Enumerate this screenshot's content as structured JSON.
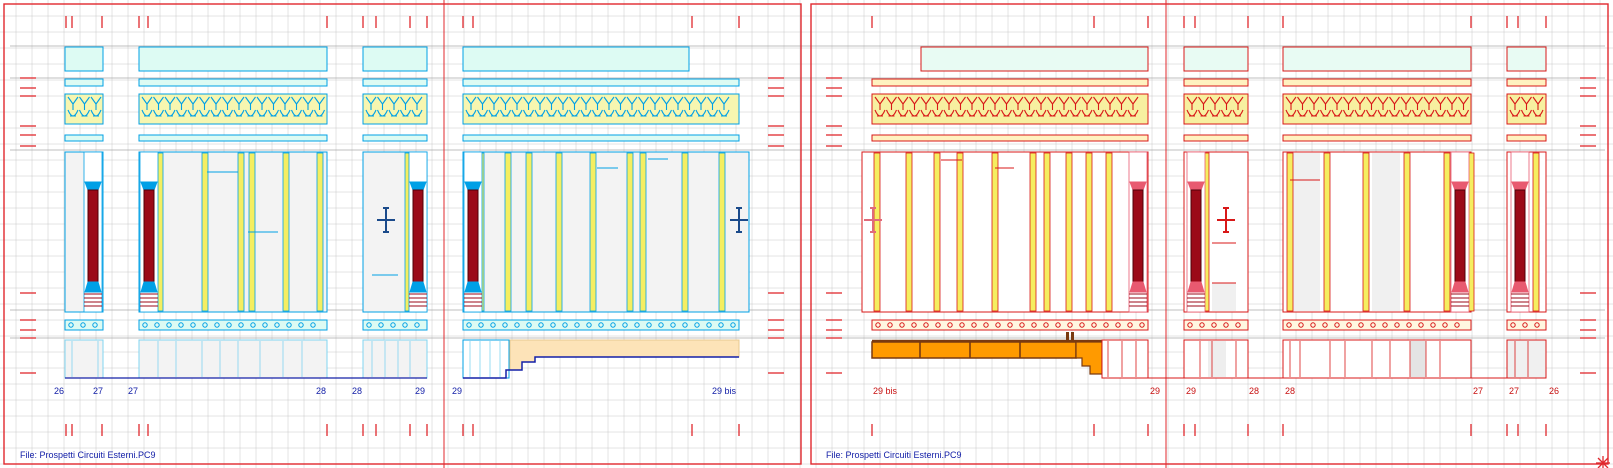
{
  "sheets": [
    {
      "file_label": "File: Prospetti Circuiti Esterni.PC9",
      "axis_labels": [
        "26",
        "27",
        "27",
        "28",
        "28",
        "29",
        "29",
        "29 bis"
      ]
    },
    {
      "file_label": "File: Prospetti Circuiti Esterni.PC9",
      "axis_labels": [
        "29 bis",
        "29",
        "29",
        "28",
        "28",
        "27",
        "27",
        "26"
      ]
    }
  ],
  "colors": {
    "sheet_frame": "#e0282e",
    "grid": "#c8c8c8",
    "left_outline": "#00a0e6",
    "left_fill": "#ddfbf3",
    "left_label": "#1420a8",
    "right_outline": "#d81818",
    "right_fill": "#fff7e0",
    "right_label": "#c81010",
    "pillar": "#9b0a18",
    "stripe": "#f5ee60",
    "orange": "#ff9a00",
    "brown": "#7a3a10",
    "peach": "#fde3b8"
  },
  "icons": [
    "cross-icon",
    "origin-marker-icon"
  ]
}
